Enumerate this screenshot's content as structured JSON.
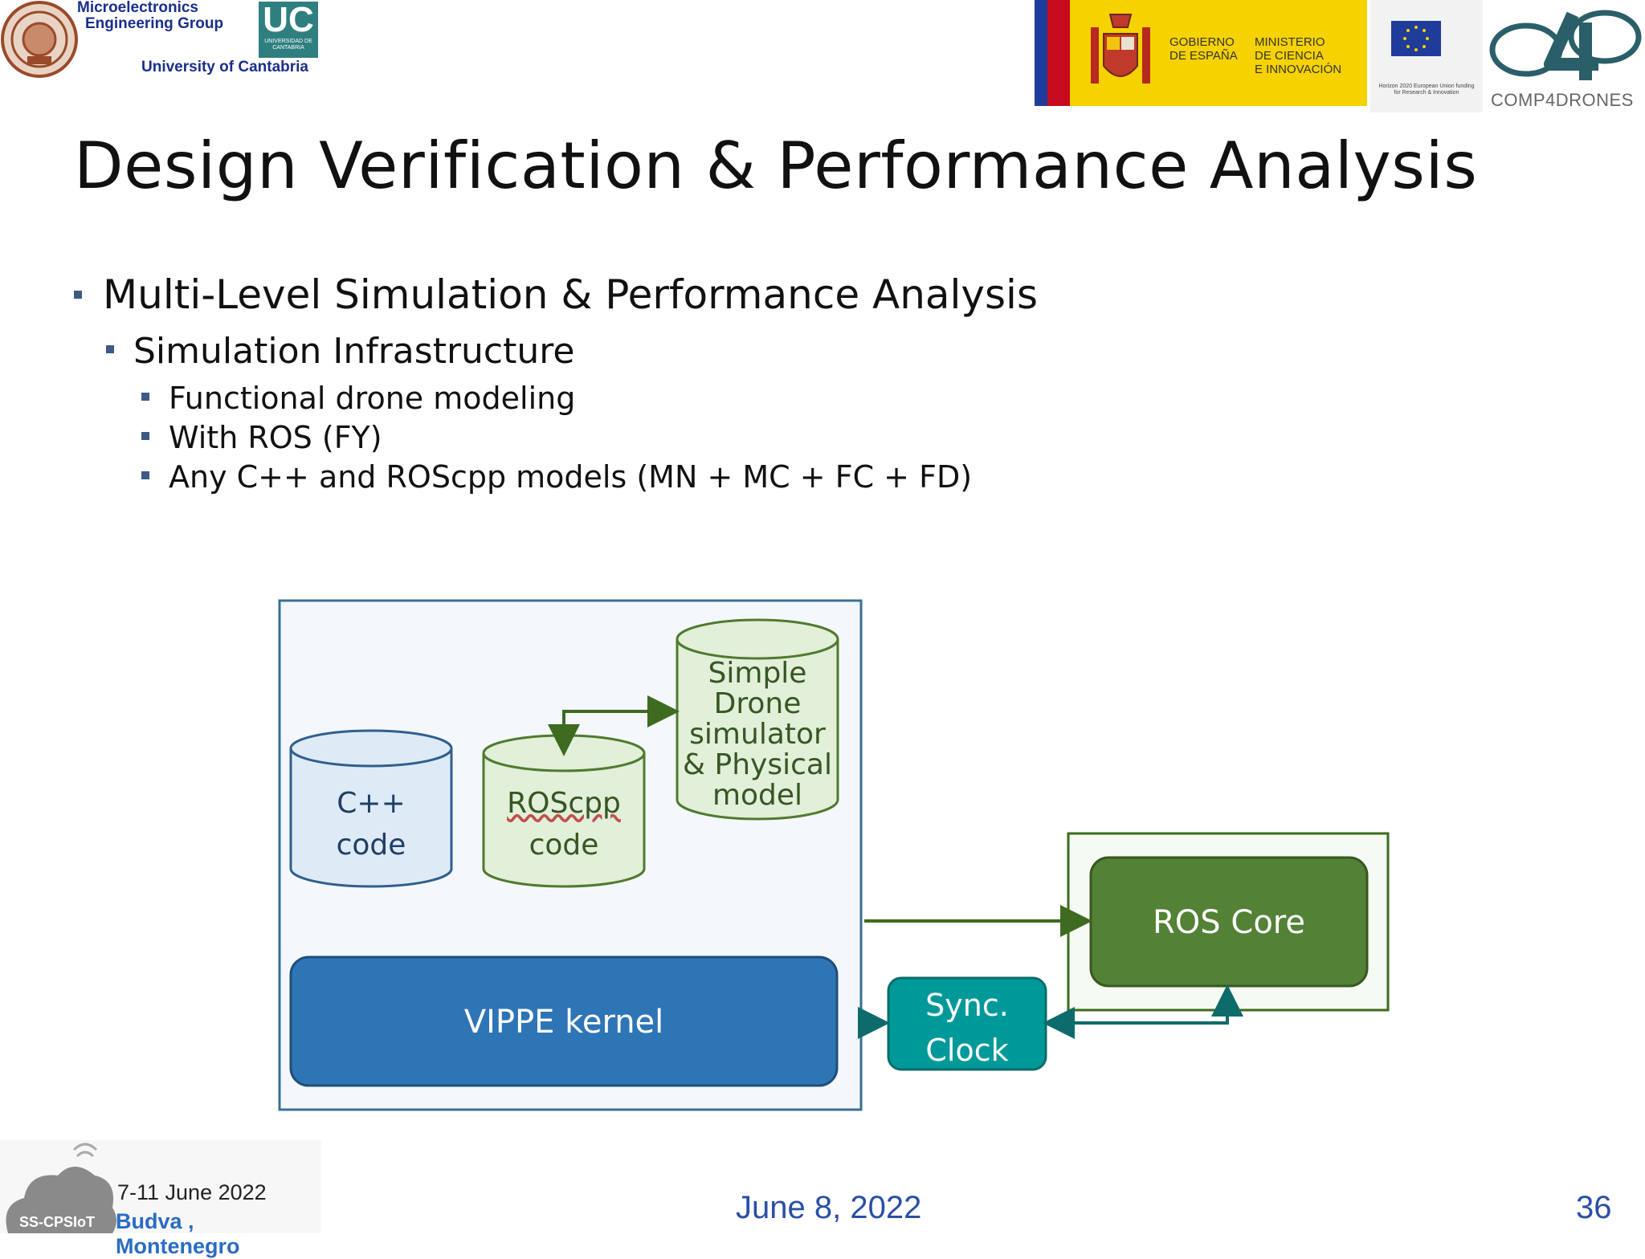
{
  "header": {
    "meg_line1": "Microelectronics",
    "meg_line2": "Engineering Group",
    "university": "University of Cantabria",
    "uc_logo": "UC",
    "uc_sub": "UNIVERSIDAD DE CANTABRIA",
    "gobierno": "GOBIERNO DE ESPAÑA",
    "ministerio_1": "MINISTERIO",
    "ministerio_2": "DE CIENCIA",
    "ministerio_3": "E INNOVACIÓN",
    "eu_caption": "Horizon 2020 European Union funding for Research & Innovation",
    "c4d_name": "COMP4DRONES"
  },
  "slide": {
    "title": "Design Verification & Performance Analysis",
    "bullets": [
      {
        "level": 1,
        "text": "Multi-Level Simulation & Performance Analysis"
      },
      {
        "level": 2,
        "text": "Simulation Infrastructure"
      },
      {
        "level": 3,
        "text": "Functional drone modeling"
      },
      {
        "level": 3,
        "text": "With ROS (FY)"
      },
      {
        "level": 3,
        "text": "Any C++ and ROScpp models (MN + MC + FC + FD)"
      }
    ]
  },
  "diagram": {
    "cpp_line1": "C++",
    "cpp_line2": "code",
    "roscpp_line1": "ROScpp",
    "roscpp_line2": "code",
    "sim_lines": [
      "Simple",
      "Drone",
      "simulator",
      "& Physical",
      "model"
    ],
    "vippe": "VIPPE kernel",
    "sync_line1": "Sync.",
    "sync_line2": "Clock",
    "ros_core": "ROS Core",
    "colors": {
      "green_dark": "#3e6b1f",
      "green_fill": "#538135",
      "green_light": "#e2efd9",
      "blue_dark": "#2e75b6",
      "blue_light": "#deebf7",
      "teal": "#009999",
      "teal_arrow": "#0e6b6b"
    }
  },
  "footer": {
    "event_dates": "7-11 June 2022",
    "event_place": "Budva , Montenegro",
    "event_badge": "SS-CPSIoT",
    "date": "June 8, 2022",
    "page": "36"
  }
}
